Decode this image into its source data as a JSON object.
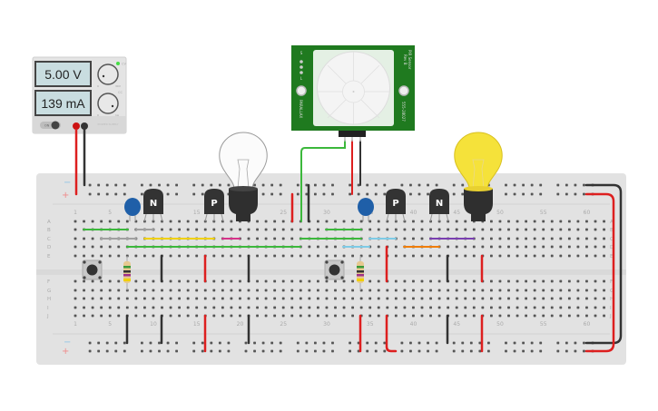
{
  "power_supply": {
    "voltage_display": "5.00 V",
    "current_display": "139 mA",
    "on_label": "ON",
    "voltage_knob_min": "0",
    "voltage_knob_max": "30V",
    "current_knob_min": "0",
    "current_knob_max": "1A",
    "cc_label": "CC",
    "cv_label": "CV",
    "brand_label": "POWER SUPPLY",
    "cv_led_color": "#44dd44",
    "positive_terminal_color": "#cc1111",
    "negative_terminal_color": "#333333"
  },
  "pir_sensor": {
    "title": "PIR Sensor",
    "revision": "Rev B",
    "part_number": "555-28027",
    "brand": "PARALLAX",
    "pin_labels": [
      "S",
      "L"
    ],
    "board_color": "#1f7a1f"
  },
  "breadboard": {
    "column_labels": [
      "1",
      "5",
      "10",
      "15",
      "20",
      "25",
      "30",
      "35",
      "40",
      "45",
      "50",
      "55",
      "60"
    ],
    "row_labels_top": [
      "A",
      "B",
      "C",
      "D",
      "E"
    ],
    "row_labels_bottom": [
      "F",
      "G",
      "H",
      "I",
      "J"
    ],
    "rail_minus": "−",
    "rail_plus": "+"
  },
  "components": {
    "transistors": [
      {
        "type_label": "N",
        "name": "npn-transistor-1"
      },
      {
        "type_label": "P",
        "name": "pnp-transistor-1"
      },
      {
        "type_label": "P",
        "name": "pnp-transistor-2"
      },
      {
        "type_label": "N",
        "name": "npn-transistor-2"
      }
    ],
    "bulbs": [
      {
        "state": "off",
        "name": "light-bulb-off"
      },
      {
        "state": "on",
        "name": "light-bulb-on",
        "glow_color": "#f5e23a"
      }
    ],
    "capacitors": 2,
    "pushbuttons": 2,
    "resistors": 2
  },
  "wire_colors": {
    "red": "#dd1f1f",
    "black": "#333333",
    "green": "#3cb83c",
    "gray": "#a0a0a0",
    "yellow": "#f0d000",
    "magenta": "#d6338a",
    "light_blue": "#7ecbe6",
    "orange": "#f07d00",
    "purple": "#7a3fb0"
  }
}
